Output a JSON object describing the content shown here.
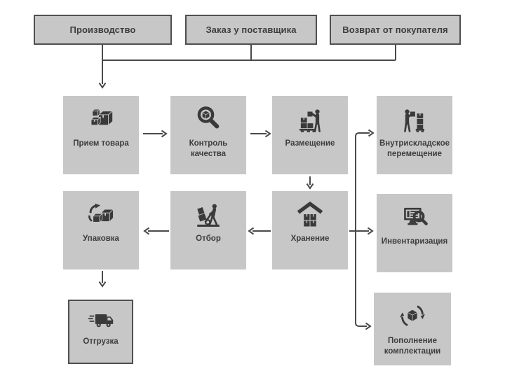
{
  "diagram": {
    "type": "flowchart",
    "language": "ru",
    "colors": {
      "background": "#ffffff",
      "node_fill": "#c7c7c7",
      "node_border": "#4f4f4f",
      "connector": "#4a4a4a",
      "text": "#3d3d3d",
      "icon": "#3a3a3a"
    },
    "sources": [
      {
        "label": "Производство"
      },
      {
        "label": "Заказ у поставщика"
      },
      {
        "label": "Возврат от покупателя"
      }
    ],
    "processes": {
      "receiving": {
        "label": "Прием товара",
        "icon": "goods-boxes-icon"
      },
      "quality": {
        "label": "Контроль качества",
        "icon": "magnifier-box-icon"
      },
      "placement": {
        "label": "Размещение",
        "icon": "worker-stacking-boxes-icon"
      },
      "movement": {
        "label": "Внутрискладское перемещение",
        "icon": "worker-carrying-box-icon"
      },
      "packing": {
        "label": "Упаковка",
        "icon": "boxes-cycle-icon"
      },
      "picking": {
        "label": "Отбор",
        "icon": "hand-truck-icon"
      },
      "storage": {
        "label": "Хранение",
        "icon": "warehouse-roof-boxes-icon"
      },
      "inventory": {
        "label": "Инвентаризация",
        "icon": "monitor-magnifier-icon"
      },
      "shipping": {
        "label": "Отгрузка",
        "icon": "delivery-truck-icon"
      },
      "replenishment": {
        "label": "Пополнение комплектации",
        "icon": "box-refresh-icon"
      }
    },
    "edges": [
      {
        "from": "Производство",
        "to": "Прием товара"
      },
      {
        "from": "Заказ у поставщика",
        "to": "Прием товара"
      },
      {
        "from": "Возврат от покупателя",
        "to": "Прием товара"
      },
      {
        "from": "Прием товара",
        "to": "Контроль качества"
      },
      {
        "from": "Контроль качества",
        "to": "Размещение"
      },
      {
        "from": "Размещение",
        "to": "Хранение"
      },
      {
        "from": "Хранение",
        "to": "Внутрискладское перемещение"
      },
      {
        "from": "Хранение",
        "to": "Инвентаризация"
      },
      {
        "from": "Хранение",
        "to": "Пополнение комплектации"
      },
      {
        "from": "Хранение",
        "to": "Отбор"
      },
      {
        "from": "Отбор",
        "to": "Упаковка"
      },
      {
        "from": "Упаковка",
        "to": "Отгрузка"
      }
    ]
  }
}
